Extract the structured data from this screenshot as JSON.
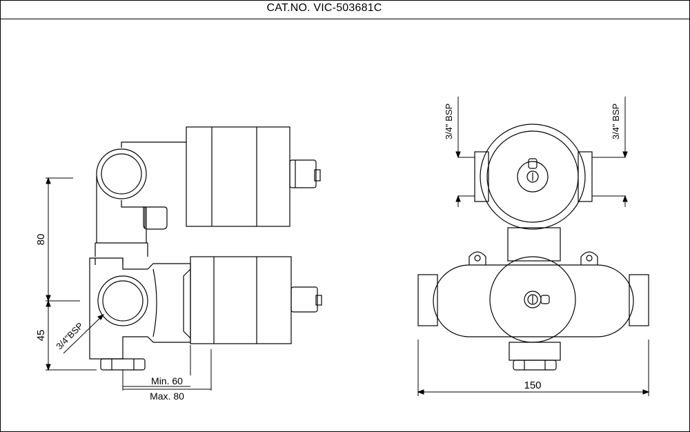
{
  "header": {
    "cat_no": "CAT.NO. VIC-503681C"
  },
  "dimensions": {
    "height_upper": "80",
    "height_lower": "45",
    "depth_min": "Min. 60",
    "depth_max": "Max. 80",
    "width": "150",
    "inlet_side": "3/4\"BSP",
    "bsp_left": "3/4\" BSP",
    "bsp_right": "3/4\" BSP"
  }
}
